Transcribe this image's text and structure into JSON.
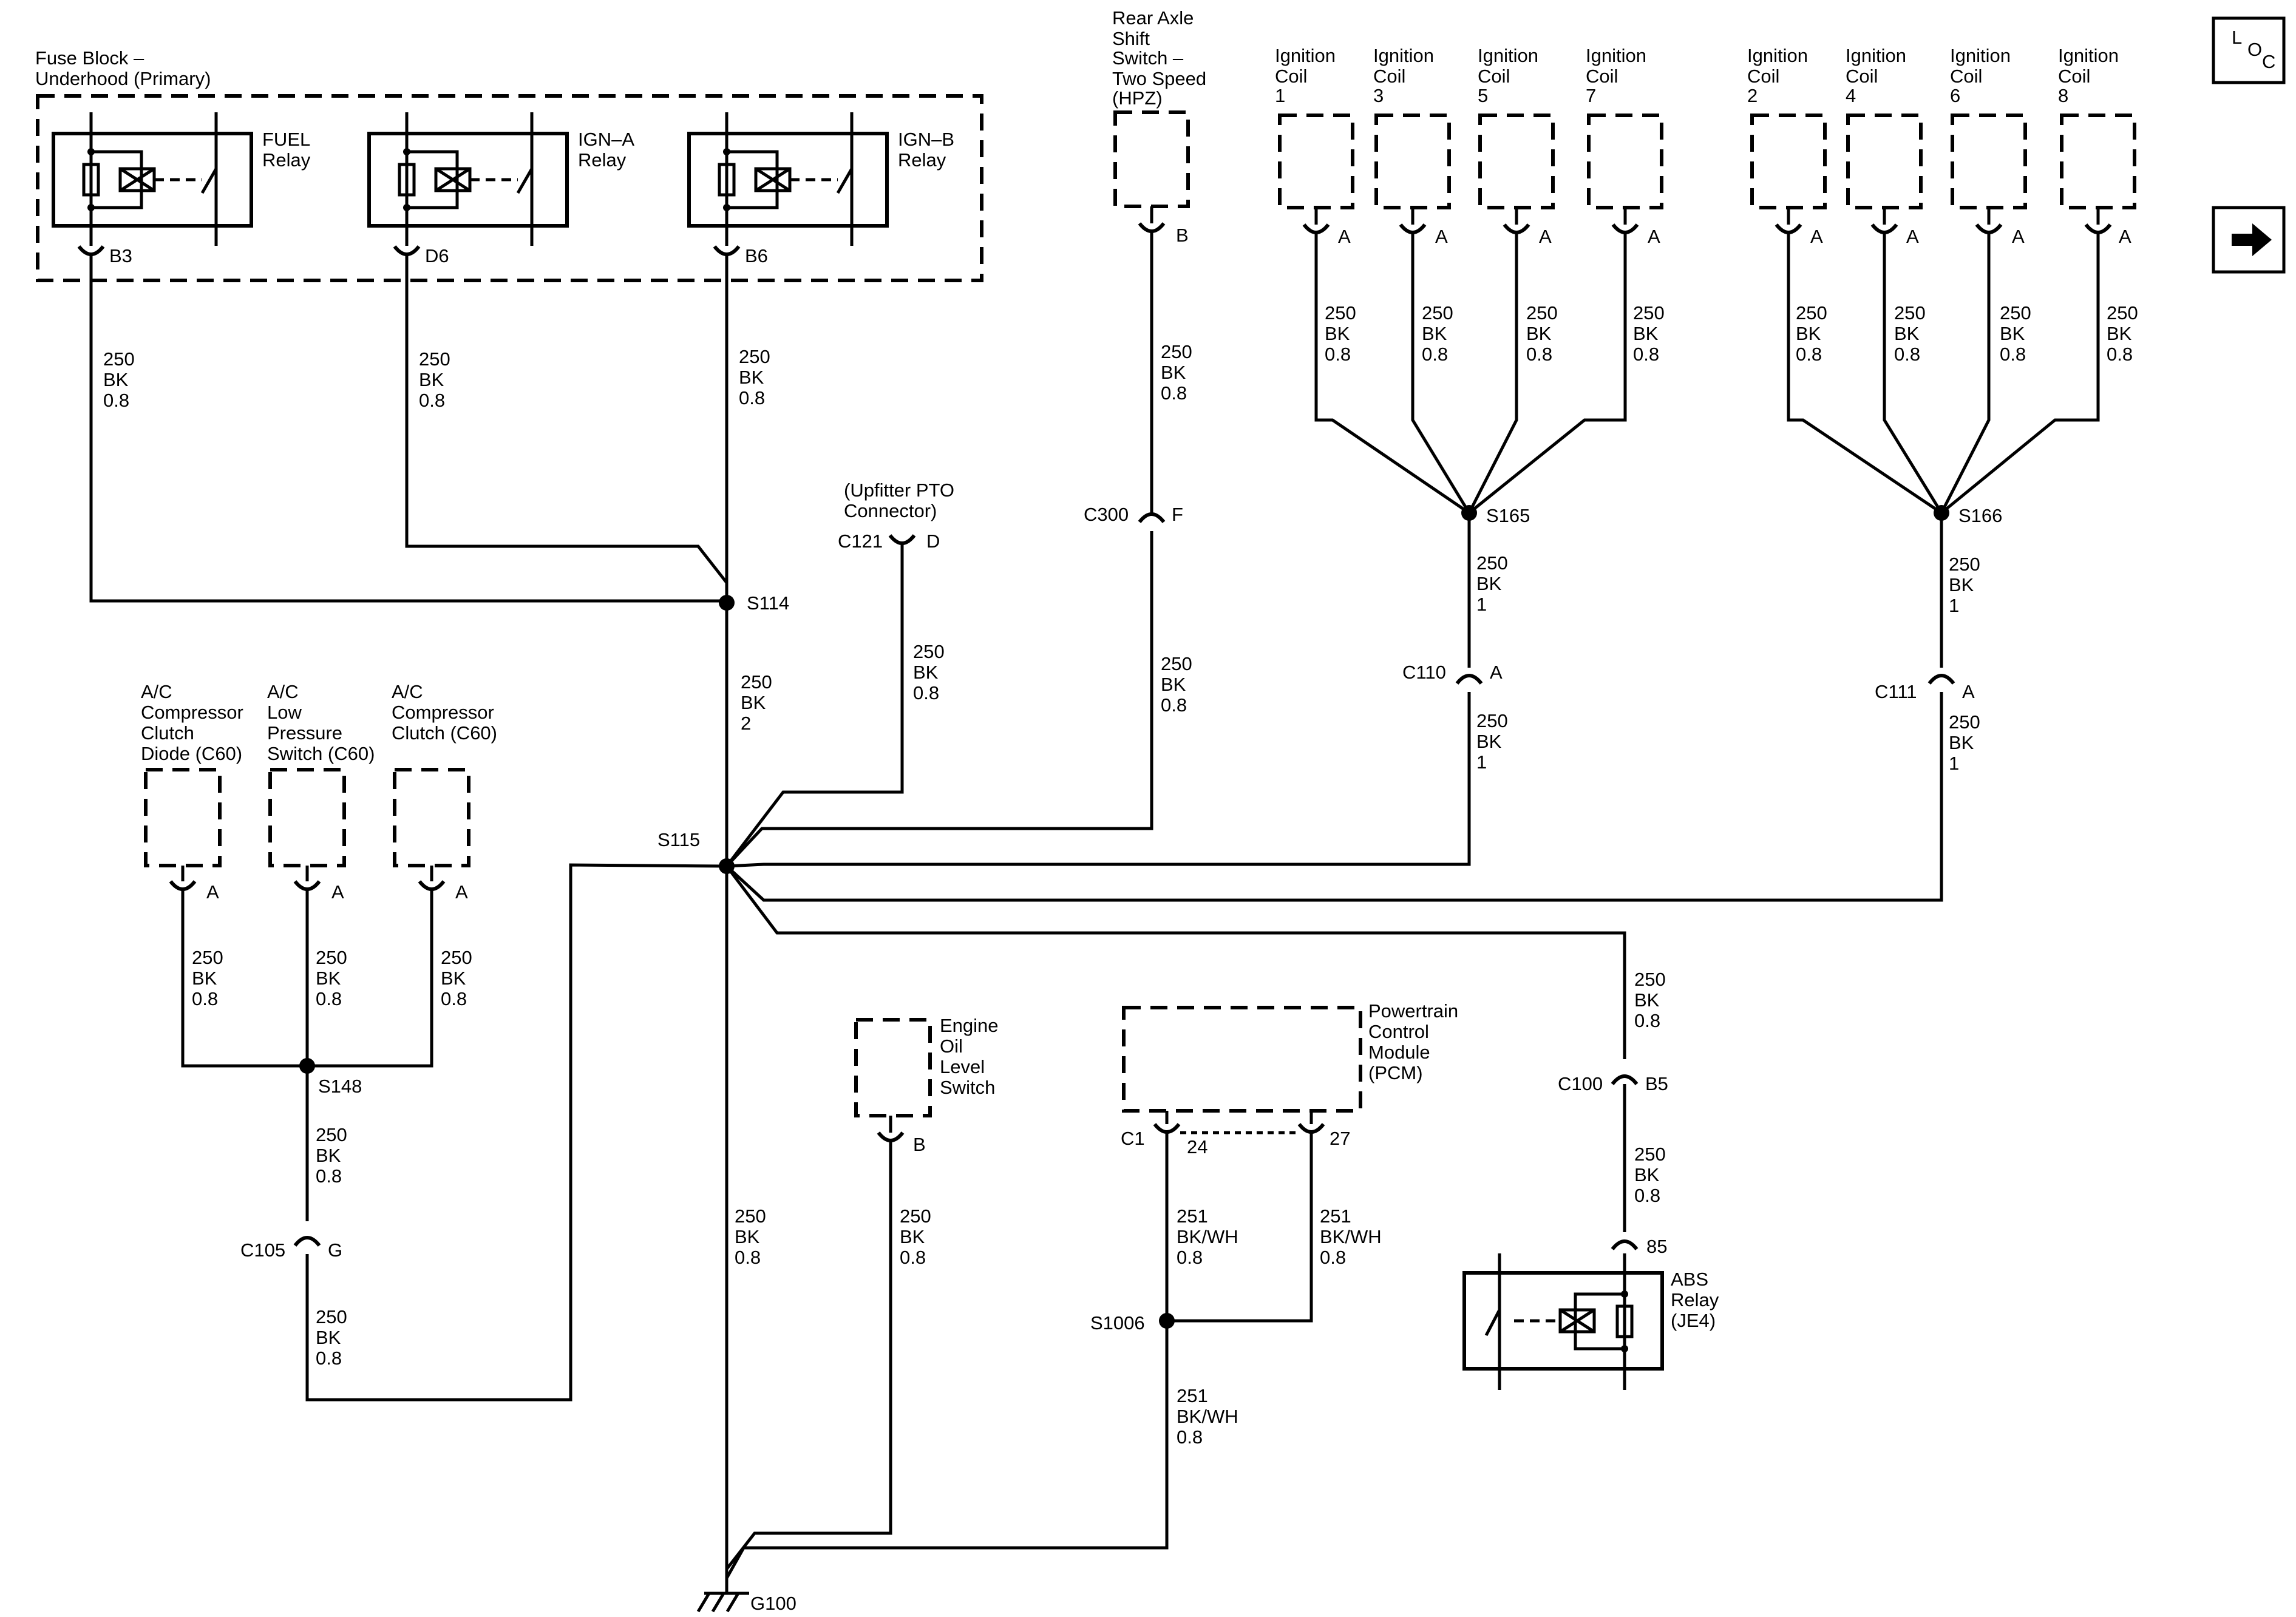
{
  "fuse_block": {
    "title_1": "Fuse Block –",
    "title_2": "Underhood (Primary)"
  },
  "relays": [
    {
      "name_1": "FUEL",
      "name_2": "Relay",
      "pin": "B3"
    },
    {
      "name_1": "IGN–A",
      "name_2": "Relay",
      "pin": "D6"
    },
    {
      "name_1": "IGN–B",
      "name_2": "Relay",
      "pin": "B6"
    }
  ],
  "wire_250_bk_08": {
    "circuit": "250",
    "color": "BK",
    "size": "0.8"
  },
  "wire_250_bk_2": {
    "circuit": "250",
    "color": "BK",
    "size": "2"
  },
  "wire_250_bk_1": {
    "circuit": "250",
    "color": "BK",
    "size": "1"
  },
  "wire_251": {
    "circuit": "251",
    "color": "BK/WH",
    "size": "0.8"
  },
  "rear_axle": {
    "line_1": "Rear Axle",
    "line_2": "Shift",
    "line_3": "Switch –",
    "line_4": "Two Speed",
    "line_5": "(HPZ)",
    "pin": "B"
  },
  "coils_left": [
    {
      "line_1": "Ignition",
      "line_2": "Coil",
      "num": "1",
      "pin": "A"
    },
    {
      "line_1": "Ignition",
      "line_2": "Coil",
      "num": "3",
      "pin": "A"
    },
    {
      "line_1": "Ignition",
      "line_2": "Coil",
      "num": "5",
      "pin": "A"
    },
    {
      "line_1": "Ignition",
      "line_2": "Coil",
      "num": "7",
      "pin": "A"
    }
  ],
  "coils_right": [
    {
      "line_1": "Ignition",
      "line_2": "Coil",
      "num": "2",
      "pin": "A"
    },
    {
      "line_1": "Ignition",
      "line_2": "Coil",
      "num": "4",
      "pin": "A"
    },
    {
      "line_1": "Ignition",
      "line_2": "Coil",
      "num": "6",
      "pin": "A"
    },
    {
      "line_1": "Ignition",
      "line_2": "Coil",
      "num": "8",
      "pin": "A"
    }
  ],
  "splices": {
    "s114": "S114",
    "s115": "S115",
    "s148": "S148",
    "s165": "S165",
    "s166": "S166",
    "s1006": "S1006"
  },
  "connectors": {
    "c300": "C300",
    "c300_pin": "F",
    "c121": "C121",
    "c121_pin": "D",
    "c110": "C110",
    "c110_pin": "A",
    "c111": "C111",
    "c111_pin": "A",
    "c105": "C105",
    "c105_pin": "G",
    "c100": "C100",
    "c100_pin": "B5",
    "c1": "C1",
    "c1_pin_24": "24",
    "c1_pin_27": "27",
    "relay_pin_85": "85"
  },
  "upfitter": {
    "line_1": "(Upfitter PTO",
    "line_2": "Connector)"
  },
  "ac_components": [
    {
      "line_1": "A/C",
      "line_2": "Compressor",
      "line_3": "Clutch",
      "line_4": "Diode (C60)",
      "pin": "A"
    },
    {
      "line_1": "A/C",
      "line_2": "Low",
      "line_3": "Pressure",
      "line_4": "Switch (C60)",
      "pin": "A"
    },
    {
      "line_1": "A/C",
      "line_2": "Compressor",
      "line_3": "Clutch (C60)",
      "line_4": "",
      "pin": "A"
    }
  ],
  "oil_switch": {
    "line_1": "Engine",
    "line_2": "Oil",
    "line_3": "Level",
    "line_4": "Switch",
    "pin": "B"
  },
  "pcm": {
    "line_1": "Powertrain",
    "line_2": "Control",
    "line_3": "Module",
    "line_4": "(PCM)"
  },
  "abs_relay": {
    "line_1": "ABS",
    "line_2": "Relay",
    "line_3": "(JE4)"
  },
  "ground": {
    "label": "G100"
  },
  "nav": {
    "loc_l": "L",
    "loc_o": "O",
    "loc_c": "C",
    "arrow_icon": "right-arrow-icon"
  }
}
